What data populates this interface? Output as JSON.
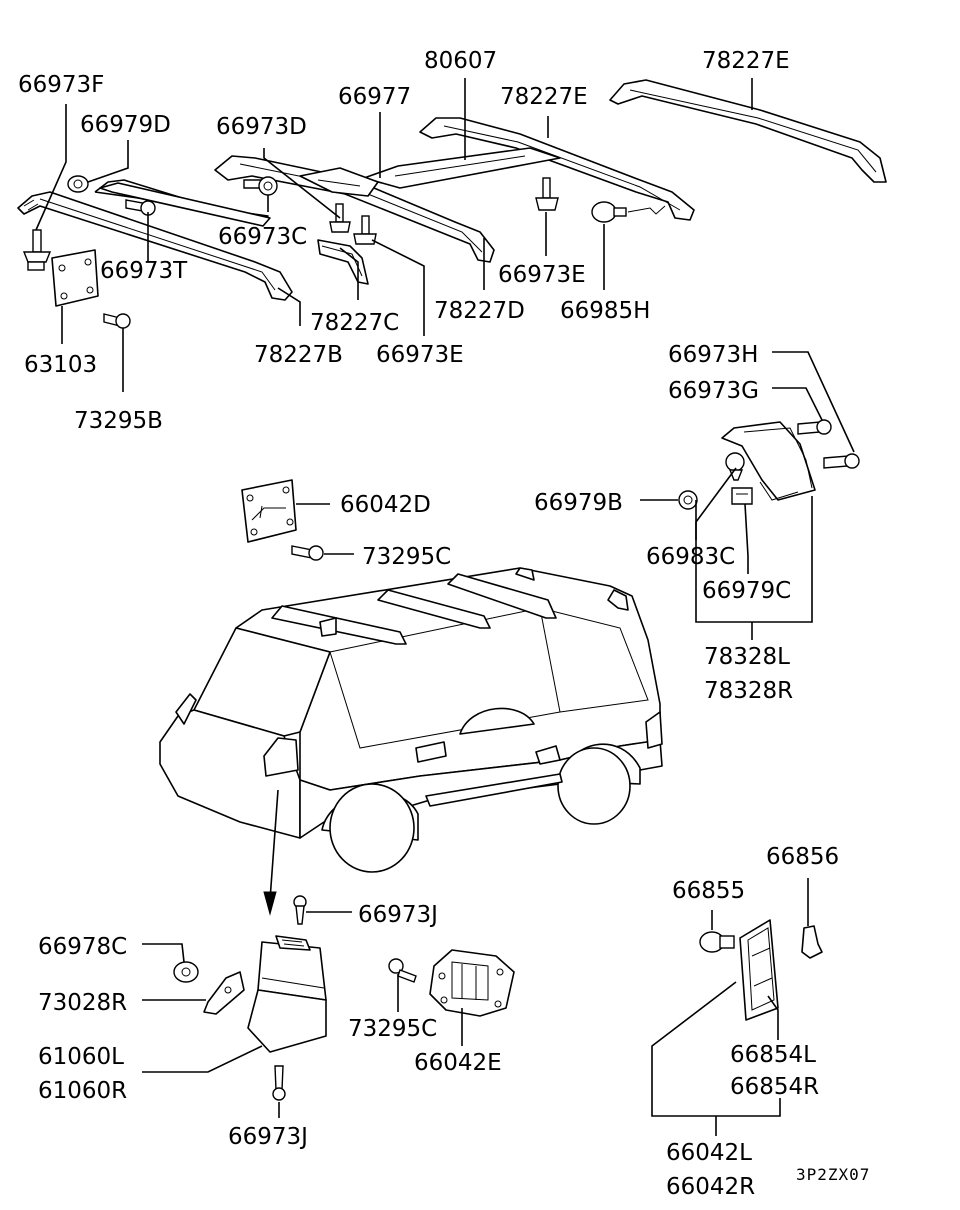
{
  "labels": {
    "p66973F": "66973F",
    "p66979D": "66979D",
    "p66973T": "66973T",
    "p63103": "63103",
    "p73295B": "73295B",
    "p66973D": "66973D",
    "p66973C": "66973C",
    "p78227C": "78227C",
    "p78227B": "78227B",
    "p66973E_a": "66973E",
    "p66977": "66977",
    "p80607": "80607",
    "p78227E_a": "78227E",
    "p78227E_b": "78227E",
    "p78227D": "78227D",
    "p66973E_b": "66973E",
    "p66985H": "66985H",
    "p66973H": "66973H",
    "p66973G": "66973G",
    "p66979B": "66979B",
    "p66983C": "66983C",
    "p66979C": "66979C",
    "p78328L": "78328L",
    "p78328R": "78328R",
    "p66042D": "66042D",
    "p73295C_a": "73295C",
    "p66973J_a": "66973J",
    "p66978C": "66978C",
    "p73028R": "73028R",
    "p61060L": "61060L",
    "p61060R": "61060R",
    "p66973J_b": "66973J",
    "p73295C_b": "73295C",
    "p66042E": "66042E",
    "p66855": "66855",
    "p66856": "66856",
    "p66854L": "66854L",
    "p66854R": "66854R",
    "p66042L": "66042L",
    "p66042R": "66042R"
  },
  "diagram_code": "3P2ZX07"
}
